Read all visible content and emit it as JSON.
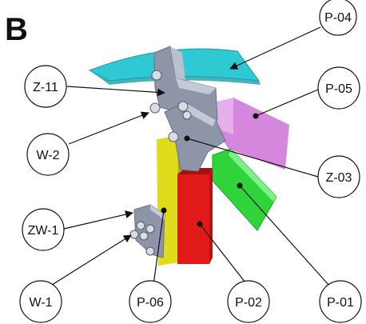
{
  "panel_label": "B",
  "callouts": [
    {
      "id": "P-04",
      "label": "P-04",
      "part": "cyan-cap-panel"
    },
    {
      "id": "Z-11",
      "label": "Z-11",
      "part": "top-bracket"
    },
    {
      "id": "P-05",
      "label": "P-05",
      "part": "magenta-panel"
    },
    {
      "id": "W-2",
      "label": "W-2",
      "part": "upper-bolts"
    },
    {
      "id": "Z-03",
      "label": "Z-03",
      "part": "middle-bracket"
    },
    {
      "id": "ZW-1",
      "label": "ZW-1",
      "part": "lower-bracket"
    },
    {
      "id": "W-1",
      "label": "W-1",
      "part": "lower-bolts"
    },
    {
      "id": "P-06",
      "label": "P-06",
      "part": "yellow-post"
    },
    {
      "id": "P-02",
      "label": "P-02",
      "part": "red-post"
    },
    {
      "id": "P-01",
      "label": "P-01",
      "part": "green-panel"
    }
  ],
  "colors": {
    "cyan_panel": "#2ec9d2",
    "magenta_panel": "#cf7ad9",
    "green_panel": "#2fd43a",
    "yellow_post": "#e0dc1c",
    "red_post": "#e01919",
    "bracket": "#8e95a8",
    "outline": "#111111"
  }
}
